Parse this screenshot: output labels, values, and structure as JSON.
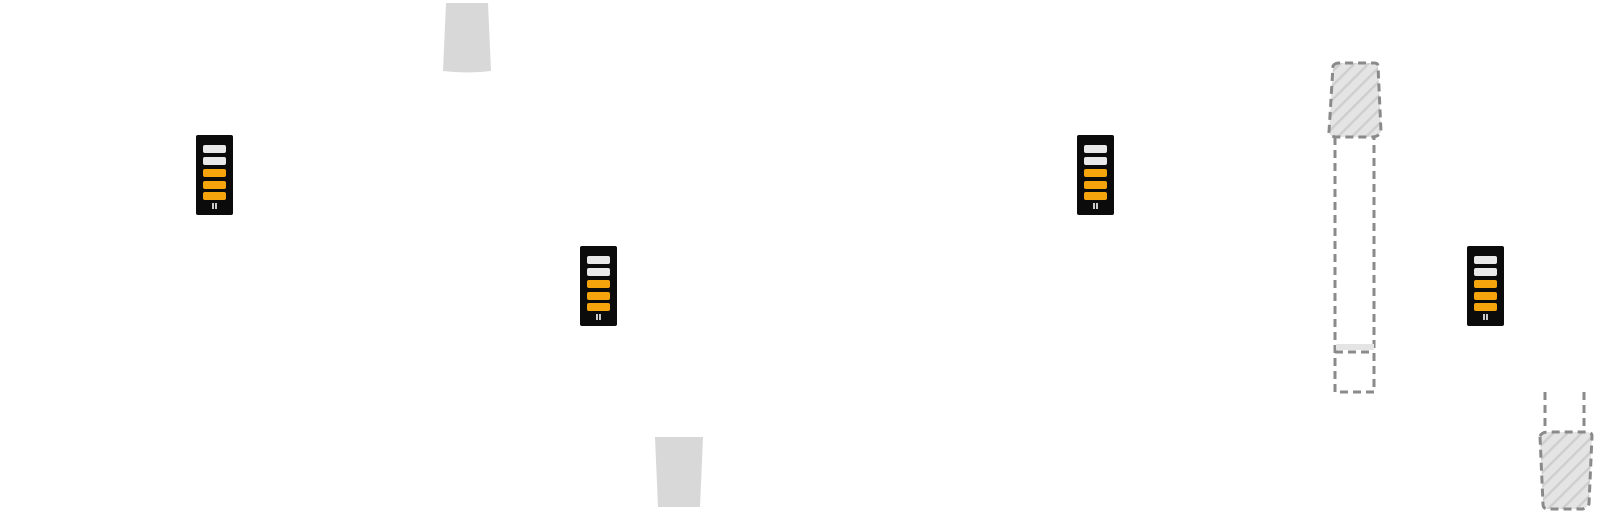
{
  "colors": {
    "background": "#ffffff",
    "cup": "#d8d8d8",
    "meter_body": "#0b0b0b",
    "meter_filled": "#f5a50b",
    "meter_empty": "#e9e9e9",
    "ghost_stroke": "#8a8a8a"
  },
  "meters": [
    {
      "id": "meter-1",
      "label": "II",
      "level": 3,
      "segments": 5
    },
    {
      "id": "meter-2",
      "label": "II",
      "level": 3,
      "segments": 5
    },
    {
      "id": "meter-3",
      "label": "II",
      "level": 3,
      "segments": 5
    },
    {
      "id": "meter-4",
      "label": "II",
      "level": 3,
      "segments": 5
    }
  ]
}
